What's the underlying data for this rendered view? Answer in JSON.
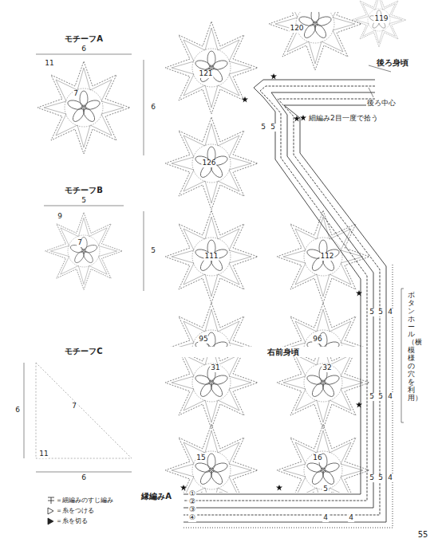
{
  "diagram": {
    "labels": [
      "モチーフA",
      "6",
      "6",
      "11",
      "7",
      "モチーフB",
      "5",
      "5",
      "9",
      "7",
      "モチーフC",
      "6",
      "6",
      "11",
      "7",
      "119",
      "120",
      "121",
      "後ろ身頃",
      "後ろ中心",
      "細編み2目一度で拾う",
      "126",
      "111",
      "112",
      "95",
      "96",
      "右前身頃",
      "31",
      "32",
      "15",
      "16",
      "縁編みA",
      "①",
      "②",
      "③",
      "④",
      "55",
      "ボタンホール（横模様の穴を利用）",
      "5",
      "5",
      "5",
      "5",
      "4",
      "5",
      "5",
      "4",
      "5",
      "5",
      "4",
      "5",
      "4",
      "4"
    ],
    "legend": [
      {
        "text": "＝細編みのすじ編み"
      },
      {
        "text": "＝糸をつける"
      },
      {
        "text": "＝糸を切る"
      }
    ]
  }
}
